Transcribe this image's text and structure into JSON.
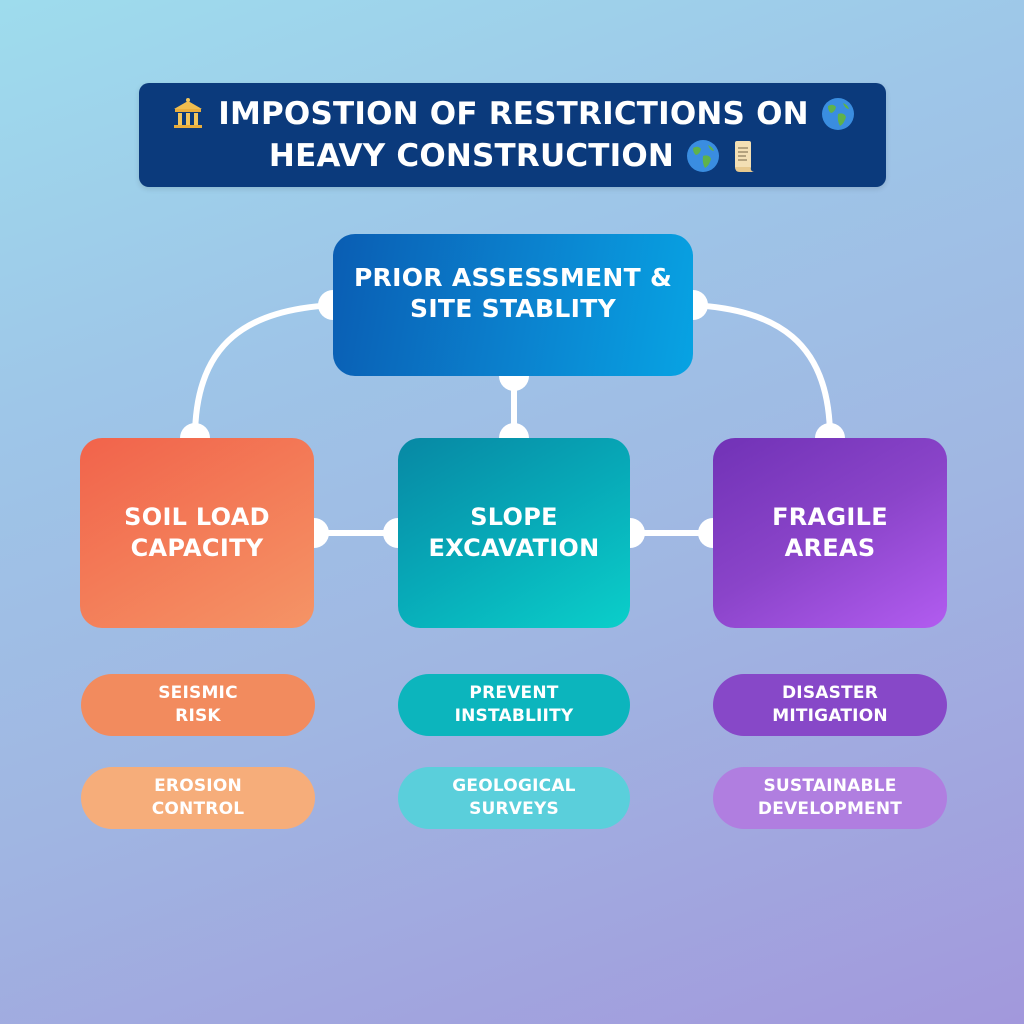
{
  "title": {
    "line1": "IMPOSTION OF RESTRICTIONS ON",
    "line2": "HEAVY CONSTRUCTION",
    "icons": [
      "classical-building-icon",
      "globe-icon",
      "globe-icon",
      "scroll-icon"
    ]
  },
  "central_node": {
    "label": "PRIOR ASSESSMENT & SITE STABLITY",
    "color": "#0b83cf"
  },
  "categories": [
    {
      "label": "SOIL LOAD CAPACITY",
      "color": "#f37c58",
      "items": [
        {
          "label": "SEISMIC RISK",
          "color": "#f28b5e"
        },
        {
          "label": "EROSION CONTROL",
          "color": "#f6ad7a"
        }
      ]
    },
    {
      "label": "SLOPE EXCAVATION",
      "color": "#07aab8",
      "items": [
        {
          "label": "PREVENT INSTABLIITY",
          "color": "#0cb5bd"
        },
        {
          "label": "GEOLOGICAL SURVEYS",
          "color": "#5acfdb"
        }
      ]
    },
    {
      "label": "FRAGILE AREAS",
      "color": "#8a44c9",
      "items": [
        {
          "label": "DISASTER MITIGATION",
          "color": "#8748c8"
        },
        {
          "label": "SUSTAINABLE DEVELOPMENT",
          "color": "#b07ee0"
        }
      ]
    }
  ],
  "colors": {
    "title_background": "#0b3a7c",
    "connector": "#ffffff",
    "background_start": "#9edced",
    "background_end": "#a298dc"
  }
}
